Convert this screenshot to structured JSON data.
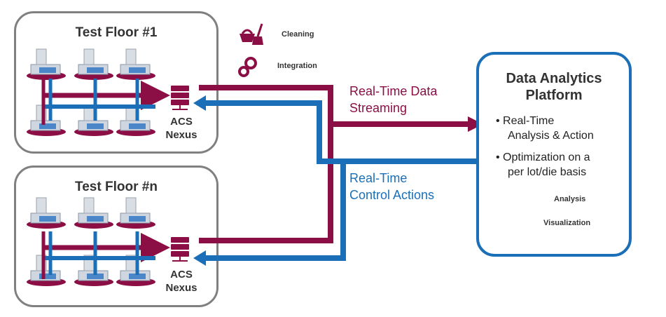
{
  "floors": [
    {
      "title": "Test Floor #1",
      "nexus_line1": "ACS",
      "nexus_line2": "Nexus"
    },
    {
      "title": "Test Floor #n",
      "nexus_line1": "ACS",
      "nexus_line2": "Nexus"
    }
  ],
  "legend": {
    "cleaning": "Cleaning",
    "integration": "Integration"
  },
  "flows": {
    "streaming_line1": "Real-Time Data",
    "streaming_line2": "Streaming",
    "control_line1": "Real-Time",
    "control_line2": "Control Actions"
  },
  "platform": {
    "title_line1": "Data Analytics",
    "title_line2": "Platform",
    "bullets": [
      {
        "line1": "Real-Time",
        "line2": "Analysis & Action"
      },
      {
        "line1": "Optimization on a",
        "line2": "per lot/die basis"
      }
    ],
    "tools": [
      {
        "label": "Analysis",
        "icon": "analysis-magnifier-icon"
      },
      {
        "label": "Visualization",
        "icon": "presentation-board-icon"
      }
    ]
  },
  "colors": {
    "stream": "#8b0f45",
    "control": "#1a6fb8",
    "border": "#808080"
  }
}
